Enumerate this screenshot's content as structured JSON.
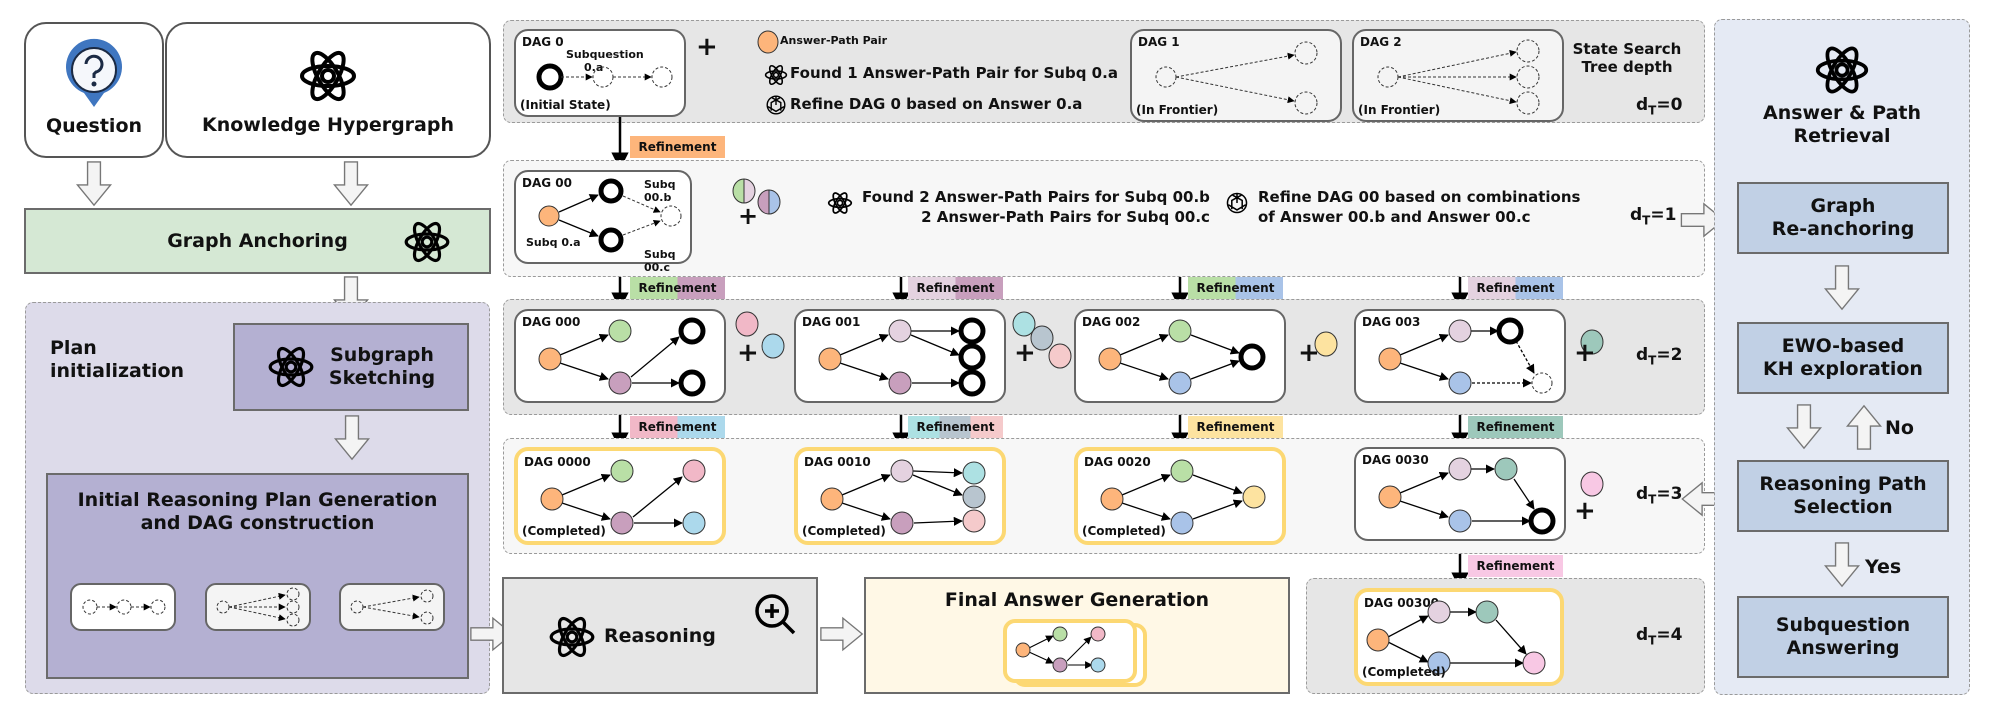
{
  "left": {
    "question_label": "Question",
    "kh_label": "Knowledge Hypergraph",
    "graph_anchoring_label": "Graph Anchoring",
    "plan_init_label": "Plan\ninitialization",
    "subgraph_sketching_label": "Subgraph\nSketching",
    "initial_plan_label": "Initial Reasoning Plan Generation\nand DAG construction"
  },
  "colors": {
    "orange": "#fdb57b",
    "green": "#b9dfa6",
    "purple": "#c89fbd",
    "lavender": "#e4d2e0",
    "blue": "#a9c3e8",
    "pink": "#f1b8c7",
    "lightblue": "#acd9ec",
    "cyan": "#ade1e3",
    "slate": "#b8c5cf",
    "salmon": "#f5cacb",
    "yellow": "#fde3a0",
    "teal": "#9dc8bb",
    "magenta": "#f8c8e4",
    "completed_border": "#fcd873",
    "anchoring_bg": "#d5e8d4",
    "plan_bg": "#dddbea",
    "plan_box_bg": "#b4b0d2",
    "retrieval_bg": "#e5eaf4",
    "retrieval_box_bg": "#c1d0e5",
    "final_bg": "#fff8e6"
  },
  "row0": {
    "dag0_label": "DAG 0",
    "subquestion_label": "Subquestion",
    "subq_0a": "0.a",
    "dag0_status": "(Initial State)",
    "legend_label": "Answer-Path Pair",
    "found_text": "Found 1 Answer-Path Pair for Subq 0.a",
    "refine_text": "Refine DAG 0 based on Answer 0.a",
    "dag1_label": "DAG 1",
    "dag1_status": "(In Frontier)",
    "dag2_label": "DAG 2",
    "dag2_status": "(In Frontier)",
    "tree_label": "State Search\nTree depth",
    "depth": "0"
  },
  "refinement_label": "Refinement",
  "row1": {
    "dag00_label": "DAG 00",
    "subq_00b": "Subq 00.b",
    "subq_0a": "Subq 0.a",
    "subq_00c": "Subq 00.c",
    "found_text": "Found 2 Answer-Path Pairs for Subq 00.b\n2 Answer-Path Pairs for Subq 00.c",
    "refine_text": "Refine DAG 00 based on combinations\nof Answer 00.b and Answer 00.c",
    "depth": "1"
  },
  "row2": {
    "dags": [
      "DAG 000",
      "DAG 001",
      "DAG 002",
      "DAG 003"
    ],
    "depth": "2"
  },
  "row3": {
    "dags": [
      "DAG 0000",
      "DAG 0010",
      "DAG 0020",
      "DAG 0030"
    ],
    "status": "(Completed)",
    "depth": "3"
  },
  "row4": {
    "dag": "DAG 00300",
    "status": "(Completed)",
    "depth": "4"
  },
  "bottom": {
    "reasoning_label": "Reasoning",
    "final_answer_label": "Final Answer Generation"
  },
  "right": {
    "title": "Answer & Path\nRetrieval",
    "graph_reanchoring": "Graph\nRe-anchoring",
    "ewo_exploration": "EWO-based\nKH exploration",
    "no_label": "No",
    "path_selection": "Reasoning Path\nSelection",
    "yes_label": "Yes",
    "subq_answering": "Subquestion\nAnswering"
  },
  "depth_prefix": "d",
  "depth_sub": "T"
}
